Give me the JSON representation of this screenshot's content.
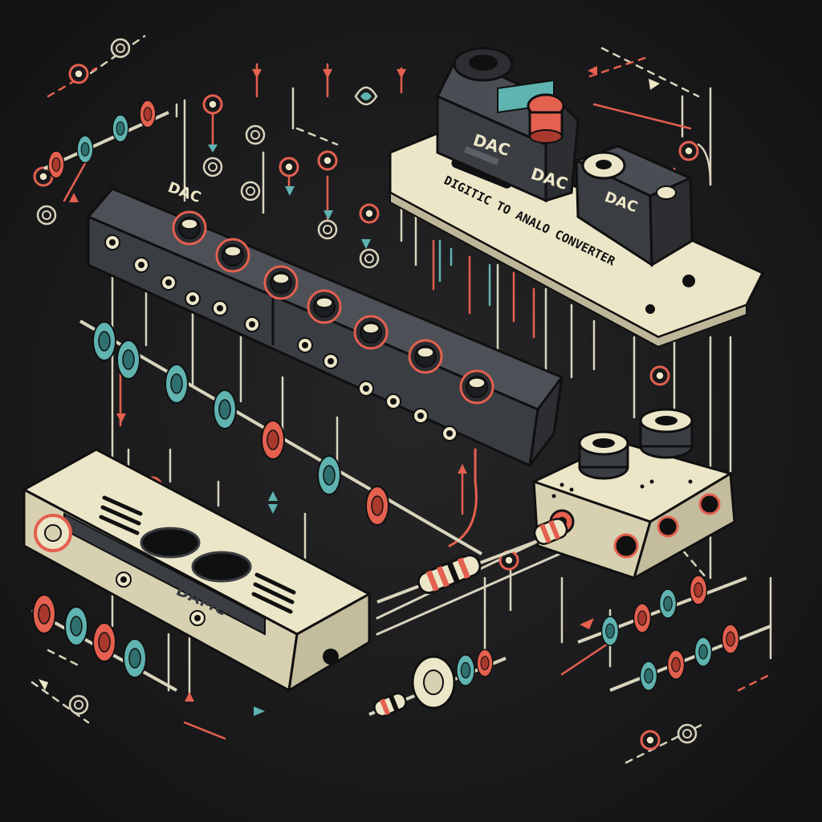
{
  "labels": {
    "dac_top": "DAC",
    "dac_module_left": "DAC",
    "dac_module_right": "DAC",
    "dac_long_unit": "DAC",
    "dac_bottom_unit": "DAMC",
    "converter_caption": "DIGITIC TO ANALO CONVERTER"
  },
  "colors": {
    "background": "#1b1b1d",
    "panel_dark": "#3a3d42",
    "panel_cream": "#ece6c8",
    "accent_red": "#e4604f",
    "accent_teal": "#5fb3b0",
    "line_light": "#d9d4bd"
  }
}
